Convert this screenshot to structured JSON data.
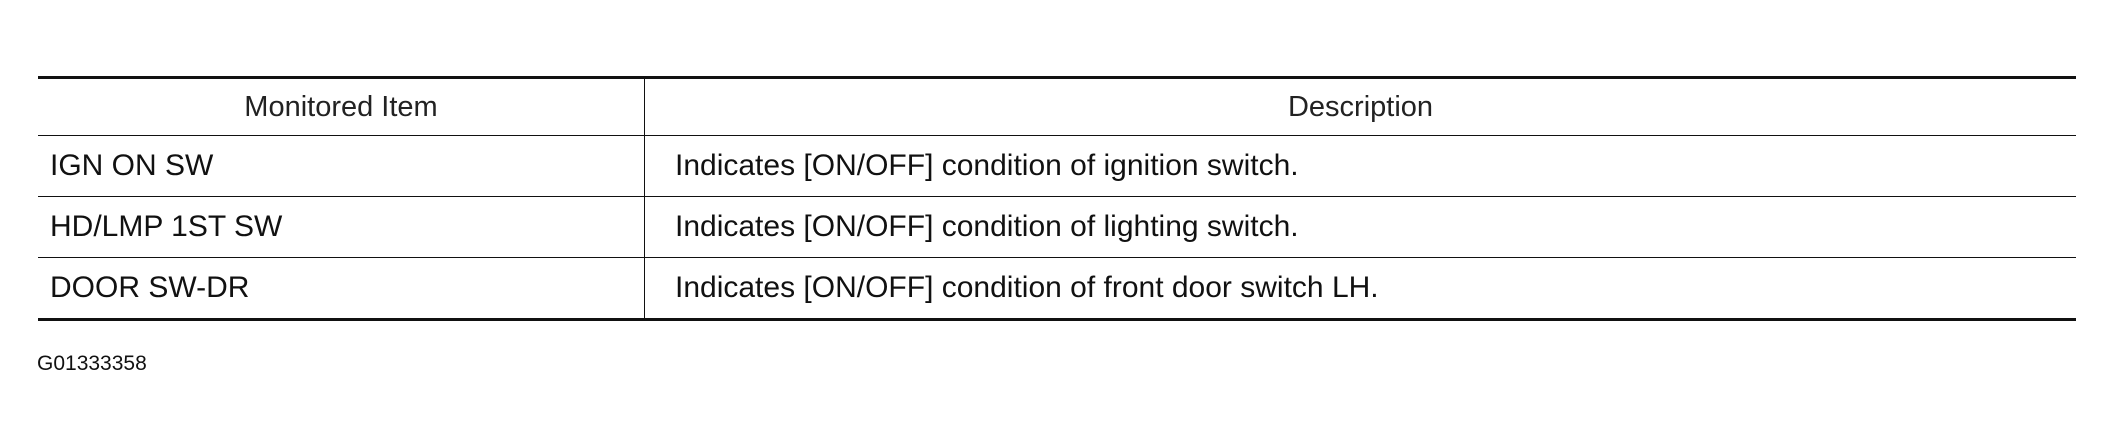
{
  "table": {
    "headers": {
      "item": "Monitored Item",
      "description": "Description"
    },
    "rows": [
      {
        "item": "IGN ON SW",
        "description": "Indicates [ON/OFF] condition of ignition switch."
      },
      {
        "item": "HD/LMP 1ST SW",
        "description": "Indicates [ON/OFF] condition of lighting switch."
      },
      {
        "item": "DOOR SW-DR",
        "description": "Indicates [ON/OFF] condition of front door switch LH."
      }
    ]
  },
  "figure_id": "G01333358"
}
